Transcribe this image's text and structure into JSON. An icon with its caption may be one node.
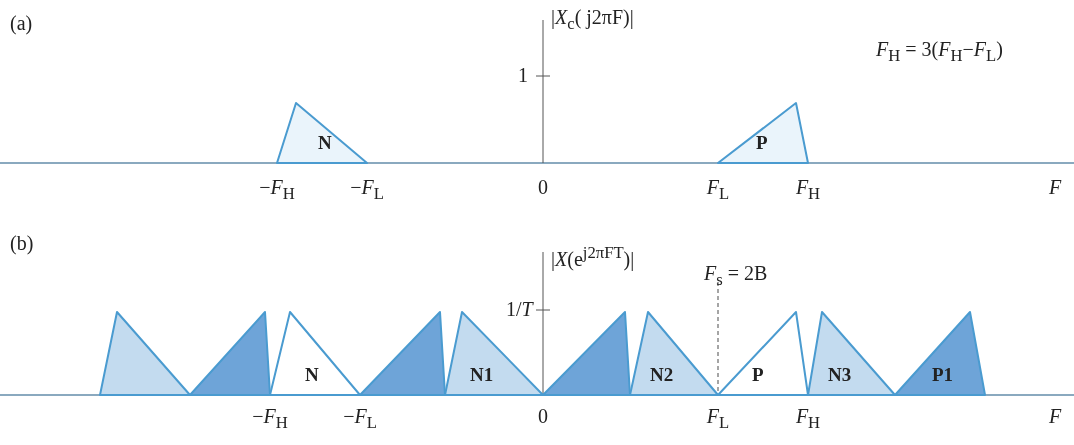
{
  "diagram": {
    "nodes": [
      {
        "text": [
          "N"
        ]
      },
      {
        "text": [
          "P"
        ]
      },
      {
        "text": [],
        "shape": "triangle"
      },
      {
        "text": [],
        "shape": "triangle"
      },
      {
        "text": [
          "N"
        ]
      },
      {
        "text": [],
        "shape": "triangle"
      },
      {
        "text": [
          "N1"
        ]
      },
      {
        "text": [],
        "shape": "triangle"
      },
      {
        "text": [
          "N2"
        ]
      },
      {
        "text": [
          "P"
        ]
      },
      {
        "text": [
          "N3"
        ]
      },
      {
        "text": [
          "P1"
        ]
      }
    ],
    "edges": [],
    "labels": [
      "(a)",
      "|*X*$_{c}$( j2πF)|",
      "1",
      "*F*$_{H}$ = 3(*F*$_{H}$−*F*$_{L}$)",
      "−*F*$_{H}$",
      "−*F*$_{L}$",
      "0",
      "*F*$_{L}$",
      "*F*$_{H}$",
      "*F*",
      "(b)",
      "|*X*(e$^{j2πFT}$)|",
      "1/*T*",
      "*F*$_{s}$ = 2B",
      "−*F*$_{H}$",
      "−*F*$_{L}$",
      "0",
      "*F*$_{L}$",
      "*F*$_{H}$",
      "*F*"
    ]
  }
}
